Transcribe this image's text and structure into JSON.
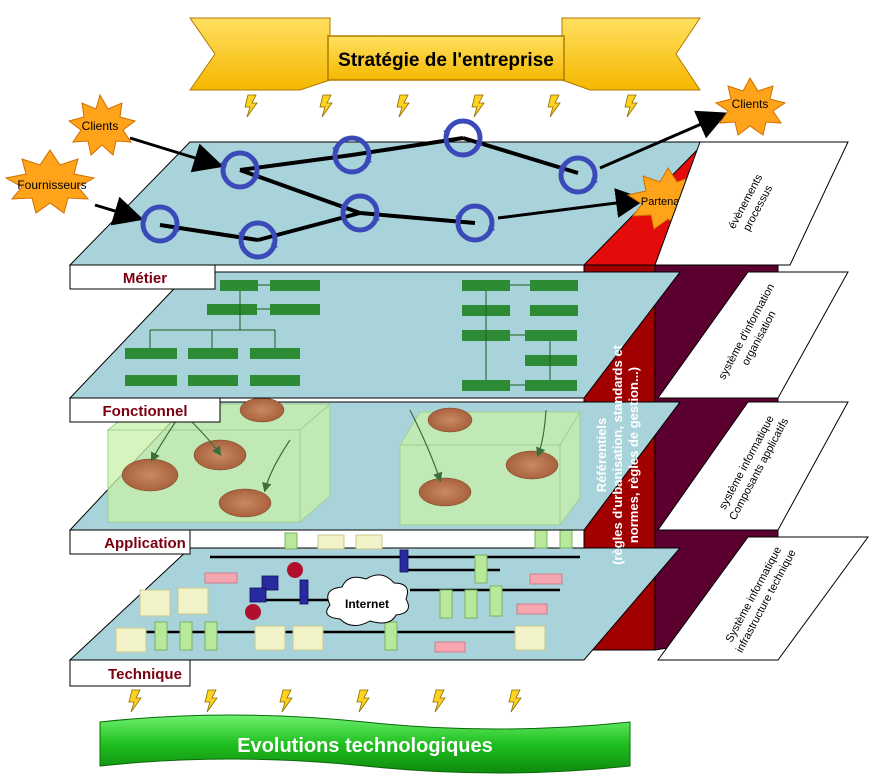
{
  "banner": {
    "title": "Stratégie de l'entreprise"
  },
  "bottom_banner": {
    "title": "Evolutions technologiques"
  },
  "layers": {
    "metier": "Métier",
    "fonctionnel": "Fonctionnel",
    "application": "Application",
    "technique": "Technique"
  },
  "actors": {
    "clients_left": "Clients",
    "fournisseurs": "Fournisseurs",
    "clients_right": "Clients",
    "partenaires": "Partenaires"
  },
  "internet": "Internet",
  "referentiels": {
    "line1": "Référentiels",
    "line2": "(règles d'urbanisation, standards et",
    "line3": "normes, règles de gestion...)"
  },
  "side_labels": {
    "metier_1": "évènements",
    "metier_2": "processus",
    "fonct_1": "système d'information",
    "fonct_2": "organisation",
    "app_1": "système informatique",
    "app_2": "Composants applicatifs",
    "tech_1": "Système informatique",
    "tech_2": "infrastructure technique"
  },
  "colors": {
    "layer": "#a9d3da",
    "red": "#e40b0b",
    "dark_red": "#a00000",
    "maroon": "#5c0030",
    "green_box": "#2e8b35",
    "star": "#ffa31a",
    "banner_green": "#2ed12e",
    "banner_yellow": "#ffd21f"
  }
}
